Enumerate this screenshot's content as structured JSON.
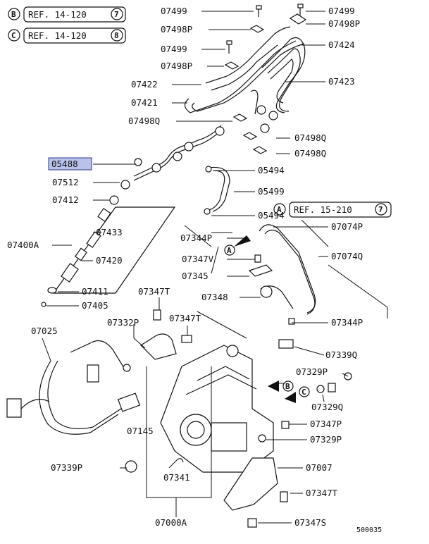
{
  "references": [
    {
      "letter": "B",
      "text": "REF. 14-120",
      "num": "7"
    },
    {
      "letter": "C",
      "text": "REF. 14-120",
      "num": "8"
    },
    {
      "letter": "A",
      "text": "REF. 15-210",
      "num": "7"
    }
  ],
  "parts": {
    "p07499a": "07499",
    "p07498Pa": "07498P",
    "p07499b": "07499",
    "p07498Pb": "07498P",
    "p07499c": "07499",
    "p07498Pc": "07498P",
    "p07424": "07424",
    "p07422": "07422",
    "p07423": "07423",
    "p07421": "07421",
    "p07498Qa": "07498Q",
    "p07498Qb": "07498Q",
    "p07498Qc": "07498Q",
    "p05488": "05488",
    "p05494a": "05494",
    "p07512": "07512",
    "p05499": "05499",
    "p07412": "07412",
    "p05494b": "05494",
    "p07074P": "07074P",
    "p07433": "07433",
    "p07344Pa": "07344P",
    "p07400A": "07400A",
    "p07347V": "07347V",
    "p07074Q": "07074Q",
    "p07420": "07420",
    "p07345": "07345",
    "p07411": "07411",
    "p07347Ta": "07347T",
    "p07348": "07348",
    "p07405": "07405",
    "p07347Tb": "07347T",
    "p07332P": "07332P",
    "p07344Pb": "07344P",
    "p07025": "07025",
    "p07339Qa": "07339Q",
    "p07329Pa": "07329P",
    "p07329Q": "07329Q",
    "p07145": "07145",
    "p07347P": "07347P",
    "p07329Pb": "07329P",
    "p07339Pb": "07339P",
    "p07007": "07007",
    "p07341": "07341",
    "p07347Tc": "07347T",
    "p07000A": "07000A",
    "p07347S": "07347S"
  },
  "callouts": {
    "a1": "A",
    "b1": "B",
    "c1": "C"
  },
  "diagram_id": "500035"
}
